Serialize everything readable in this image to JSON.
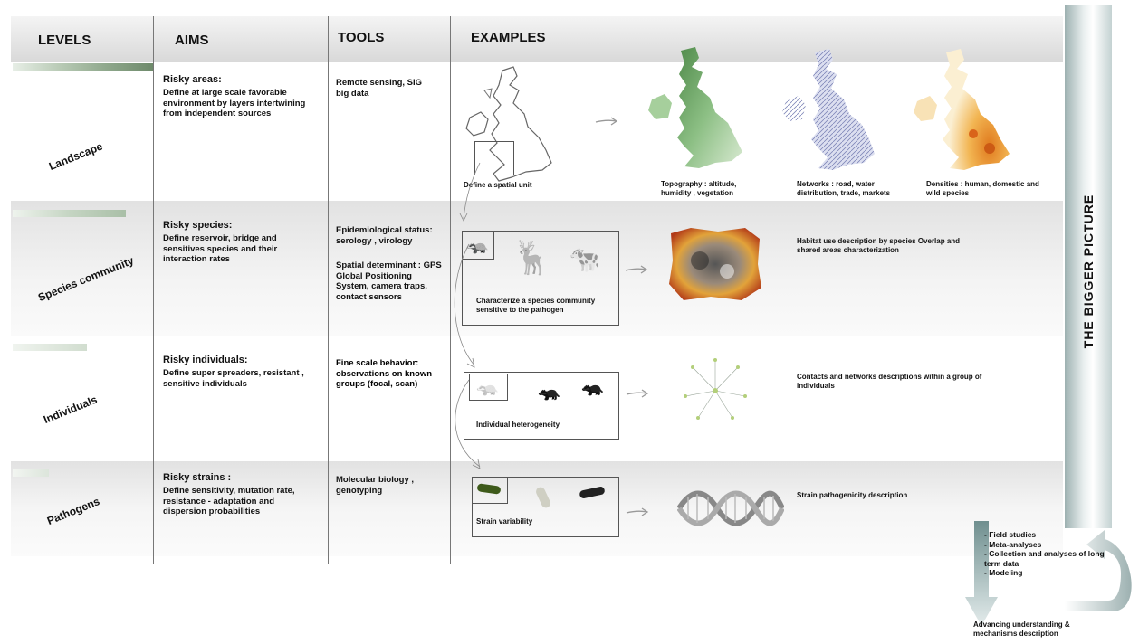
{
  "header": {
    "levels": "LEVELS",
    "aims": "AIMS",
    "tools": "TOOLS",
    "examples": "EXAMPLES"
  },
  "side_banner": "THE BIGGER PICTURE",
  "rows": [
    {
      "level": "Landscape",
      "aim_title": "Risky areas:",
      "aim_text": "Define at large scale favorable environment  by  layers intertwining from independent sources",
      "tools": "Remote sensing, SIG big data",
      "example_caption": "Define a spatial unit",
      "maps": [
        {
          "caption": "Topography : altitude, humidity , vegetation",
          "icon": "green-relief-map"
        },
        {
          "caption": "Networks : road, water distribution, trade, markets",
          "icon": "network-map"
        },
        {
          "caption": "Densities : human, domestic and wild species",
          "icon": "density-map"
        }
      ]
    },
    {
      "level": "Species community",
      "aim_title": "Risky species:",
      "aim_text": "Define  reservoir, bridge and sensitives species  and their interaction rates",
      "tools_1": "Epidemiological status: serology , virology",
      "tools_2": "Spatial determinant : GPS Global Positioning System, camera traps, contact sensors",
      "example_caption": "Characterize a species community sensitive to the  pathogen",
      "result_caption": "Habitat use description by species Overlap and shared areas characterization"
    },
    {
      "level": "Individuals",
      "aim_title": "Risky individuals:",
      "aim_text": "Define super spreaders, resistant , sensitive individuals",
      "tools": "Fine scale behavior: observations on known groups (focal, scan)",
      "example_caption": "Individual heterogeneity",
      "result_caption": "Contacts and networks descriptions  within a group of individuals"
    },
    {
      "level": "Pathogens",
      "aim_title": "Risky  strains :",
      "aim_text": "Define sensitivity, mutation rate, resistance - adaptation and dispersion  probabilities",
      "tools": "Molecular biology , genotyping",
      "example_caption": "Strain variability",
      "result_caption": "Strain pathogenicity description"
    }
  ],
  "methods": [
    "- Field studies",
    "- Meta-analyses",
    "- Collection and analyses of long term data",
    "- Modeling"
  ],
  "bottom_caption": "Advancing understanding & mechanisms description",
  "colors": {
    "band": "#e6e6e6",
    "sage": "#9fb69b",
    "arrow": "#9fb5b5"
  }
}
